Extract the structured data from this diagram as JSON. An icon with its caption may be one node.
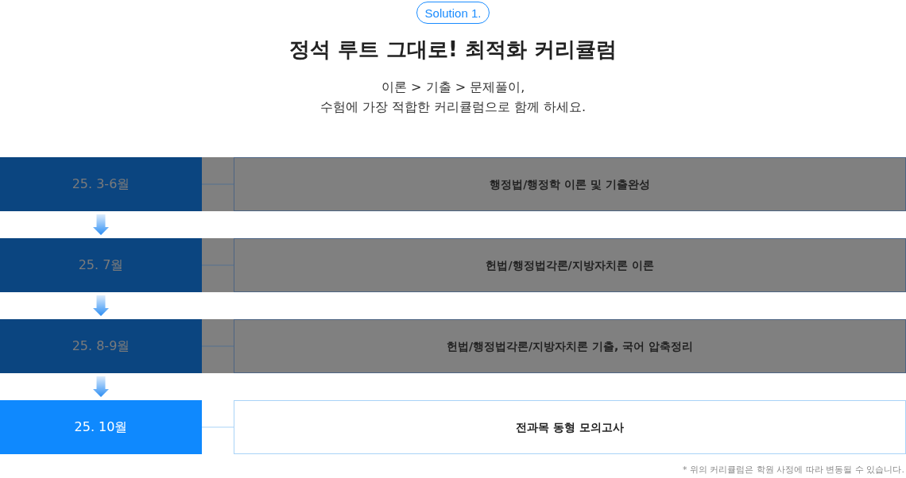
{
  "diagram": {
    "title": "정석 루트 그대로! 최적화 커리큘럼",
    "nodes": [
      {
        "text": [
          "Solution 1."
        ]
      },
      {
        "text": [
          "25. 3-6월"
        ]
      },
      {
        "text": [
          "행정법/행정학 이론 및 기출완성"
        ]
      },
      {
        "text": [
          "25. 7월"
        ]
      },
      {
        "text": [
          "헌법/행정법각론/지방자치론 이론"
        ]
      },
      {
        "text": [
          "25. 8-9월"
        ]
      },
      {
        "text": [
          "헌법/행정법각론/지방자치론 기출, 국어 압축정리"
        ]
      },
      {
        "text": [
          "25. 10월"
        ]
      },
      {
        "text": [
          "전과목 동형 모의고사"
        ]
      }
    ],
    "edges": [
      {
        "from": 1,
        "to": 2,
        "arrow": "none"
      },
      {
        "from": 3,
        "to": 4,
        "arrow": "none"
      },
      {
        "from": 5,
        "to": 6,
        "arrow": "none"
      },
      {
        "from": 7,
        "to": 8,
        "arrow": "none",
        "color": "#a9d3f7"
      },
      {
        "from": 1,
        "to": 3,
        "arrow": "to",
        "style": "thick",
        "color": "#2b8df3"
      },
      {
        "from": 3,
        "to": 5,
        "arrow": "to",
        "style": "thick",
        "color": "#2b8df3"
      },
      {
        "from": 5,
        "to": 7,
        "arrow": "to",
        "style": "thick",
        "color": "#2b8df3"
      }
    ],
    "labels": [
      "이론 > 기출 > 문제풀이,",
      "수험에 가장 적합한 커리큘럼으로 함께 하세요.",
      "* 위의 커리큘럼은 학원 사정에 따라 변동될 수 있습니다."
    ]
  }
}
